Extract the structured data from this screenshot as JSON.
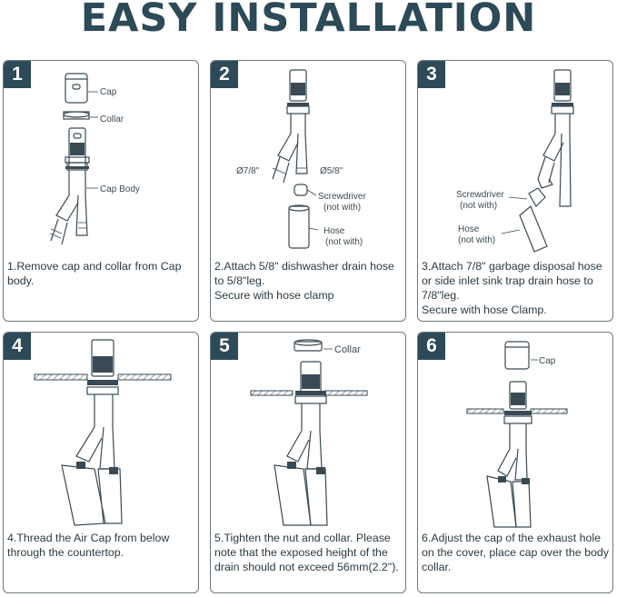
{
  "title": "EASY INSTALLATION",
  "steps": [
    {
      "number": "1",
      "text": "1.Remove cap and collar from Cap body.",
      "labels": {
        "cap": "Cap",
        "collar": "Collar",
        "body": "Cap Body"
      }
    },
    {
      "number": "2",
      "text": "2.Attach 5/8\" dishwasher drain hose\n to 5/8\"leg.\nSecure with hose clamp",
      "labels": {
        "d78": "Ø7/8\"",
        "d58": "Ø5/8\"",
        "screwdriver": "Screwdriver",
        "screwdriver_note": "(not with)",
        "hose": "Hose",
        "hose_note": "(not with)"
      }
    },
    {
      "number": "3",
      "text": "3.Attach 7/8\" garbage disposal hose or side inlet sink trap drain hose to 7/8\"leg.\nSecure with hose Clamp.",
      "labels": {
        "screwdriver": "Screwdriver",
        "screwdriver_note": "(not with)",
        "hose": "Hose",
        "hose_note": "(not with)"
      }
    },
    {
      "number": "4",
      "text": "4.Thread the Air Cap from below through the countertop.",
      "labels": {}
    },
    {
      "number": "5",
      "text": "5.Tighten the nut and collar. Please note that the exposed height of the drain should not exceed 56mm(2.2\").",
      "labels": {
        "collar": "Collar"
      }
    },
    {
      "number": "6",
      "text": "6.Adjust the cap of the exhaust hole on the cover, place cap over the body collar.",
      "labels": {
        "cap": "Cap"
      }
    }
  ],
  "colors": {
    "accent": "#2c4a57",
    "border": "#6b7a82",
    "line": "#3a4a54"
  }
}
